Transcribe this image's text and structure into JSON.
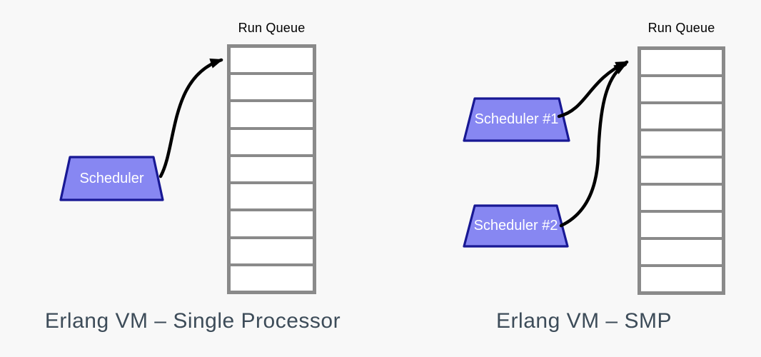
{
  "colors": {
    "background": "#f8f8f8",
    "scheduler_fill": "#8787f2",
    "scheduler_border": "#181894",
    "queue_border": "#8a8a8a",
    "queue_cell_fill": "#ffffff",
    "arrow": "#000000",
    "caption": "#3d4c59",
    "label": "#000000"
  },
  "left_diagram": {
    "queue_label": "Run Queue",
    "queue_cells": 9,
    "scheduler": {
      "label": "Scheduler"
    },
    "caption": "Erlang VM – Single Processor"
  },
  "right_diagram": {
    "queue_label": "Run Queue",
    "queue_cells": 9,
    "schedulers": [
      {
        "label": "Scheduler #1"
      },
      {
        "label": "Scheduler #2"
      }
    ],
    "caption": "Erlang VM – SMP"
  }
}
